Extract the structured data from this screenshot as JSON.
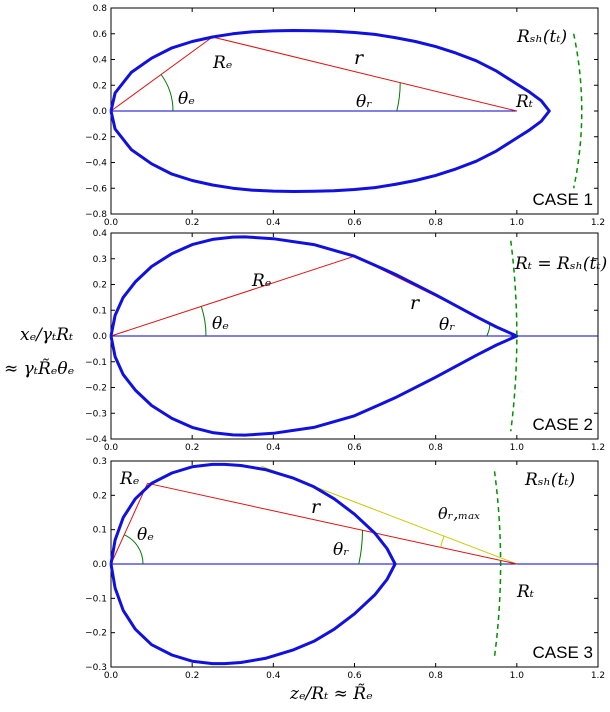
{
  "figure": {
    "ylabel_line1": "xₑ/γₜRₜ",
    "ylabel_line2": "≈ γₜR̃ₑθₑ",
    "xlabel": "zₑ/Rₜ ≈ R̃ₑ"
  },
  "colors": {
    "curve": "#1010e0",
    "axis_line": "#0000cc",
    "chord": "#e01010",
    "angle": "#007a00",
    "shock": "#009000",
    "tangent": "#c8c800"
  },
  "chart_data": [
    {
      "type": "line",
      "case_label": "CASE 1",
      "xlim": [
        0,
        1.2
      ],
      "ylim": [
        -0.8,
        0.8
      ],
      "xticks": [
        "0.0",
        "0.2",
        "0.4",
        "0.6",
        "0.8",
        "1.0",
        "1.2"
      ],
      "yticks": [
        "−0.8",
        "−0.6",
        "−0.4",
        "−0.2",
        "0.0",
        "0.2",
        "0.4",
        "0.6",
        "0.8"
      ],
      "ytick_values": [
        -0.8,
        -0.6,
        -0.4,
        -0.2,
        0.0,
        0.2,
        0.4,
        0.6,
        0.8
      ],
      "curve": {
        "x": [
          0.0,
          0.01,
          0.05,
          0.1,
          0.15,
          0.2,
          0.25,
          0.3,
          0.35,
          0.4,
          0.45,
          0.5,
          0.55,
          0.6,
          0.65,
          0.7,
          0.75,
          0.8,
          0.85,
          0.9,
          0.95,
          1.0,
          1.03,
          1.06,
          1.08
        ],
        "y": [
          0.0,
          0.14,
          0.3,
          0.41,
          0.49,
          0.54,
          0.575,
          0.6,
          0.615,
          0.622,
          0.625,
          0.624,
          0.62,
          0.61,
          0.595,
          0.57,
          0.54,
          0.5,
          0.45,
          0.39,
          0.31,
          0.21,
          0.15,
          0.08,
          0.0
        ]
      },
      "point_Re": [
        0.25,
        0.575
      ],
      "point_Rt": [
        1.0,
        0.0
      ],
      "shock": {
        "x": [
          1.14,
          1.16,
          1.14
        ],
        "y": [
          0.6,
          0.0,
          -0.6
        ]
      },
      "labels": {
        "Re": "Rₑ",
        "r": "r",
        "Rt": "Rₜ",
        "theta_e": "θₑ",
        "theta_r": "θᵣ",
        "shock": "Rₛₕ(tₜ)"
      }
    },
    {
      "type": "line",
      "case_label": "CASE 2",
      "xlim": [
        0,
        1.2
      ],
      "ylim": [
        -0.4,
        0.4
      ],
      "xticks": [
        "0.0",
        "0.2",
        "0.4",
        "0.6",
        "0.8",
        "1.0",
        "1.2"
      ],
      "yticks": [
        "−0.4",
        "−0.3",
        "−0.2",
        "−0.1",
        "0.0",
        "0.1",
        "0.2",
        "0.3",
        "0.4"
      ],
      "ytick_values": [
        -0.4,
        -0.3,
        -0.2,
        -0.1,
        0.0,
        0.1,
        0.2,
        0.3,
        0.4
      ],
      "curve": {
        "x": [
          0.0,
          0.01,
          0.03,
          0.06,
          0.1,
          0.15,
          0.2,
          0.25,
          0.3,
          0.33,
          0.4,
          0.5,
          0.6,
          0.7,
          0.8,
          0.9,
          0.95,
          1.0
        ],
        "y": [
          0.0,
          0.08,
          0.15,
          0.21,
          0.27,
          0.32,
          0.355,
          0.375,
          0.384,
          0.385,
          0.378,
          0.355,
          0.31,
          0.24,
          0.16,
          0.075,
          0.035,
          0.0
        ]
      },
      "point_Re": [
        0.6,
        0.31
      ],
      "point_Rt": [
        1.0,
        0.0
      ],
      "shock": {
        "x": [
          0.985,
          1.0,
          0.985
        ],
        "y": [
          0.37,
          0.0,
          -0.37
        ]
      },
      "labels": {
        "Re": "Rₑ",
        "r": "r",
        "theta_e": "θₑ",
        "theta_r": "θᵣ",
        "shock": "Rₜ = Rₛₕ(tₜ)"
      }
    },
    {
      "type": "line",
      "case_label": "CASE 3",
      "xlim": [
        0,
        1.2
      ],
      "ylim": [
        -0.3,
        0.3
      ],
      "xticks": [
        "0.0",
        "0.2",
        "0.4",
        "0.6",
        "0.8",
        "1.0",
        "1.2"
      ],
      "yticks": [
        "−0.3",
        "−0.2",
        "−0.1",
        "0.0",
        "0.1",
        "0.2",
        "0.3"
      ],
      "ytick_values": [
        -0.3,
        -0.2,
        -0.1,
        0.0,
        0.1,
        0.2,
        0.3
      ],
      "curve": {
        "x": [
          0.0,
          0.01,
          0.03,
          0.06,
          0.1,
          0.15,
          0.2,
          0.25,
          0.28,
          0.32,
          0.38,
          0.45,
          0.5,
          0.55,
          0.6,
          0.65,
          0.68,
          0.7
        ],
        "y": [
          0.0,
          0.07,
          0.135,
          0.19,
          0.235,
          0.265,
          0.283,
          0.29,
          0.29,
          0.287,
          0.275,
          0.25,
          0.225,
          0.19,
          0.145,
          0.09,
          0.045,
          0.0
        ]
      },
      "point_Re": [
        0.09,
        0.235
      ],
      "point_Rt": [
        1.0,
        0.0
      ],
      "tangent_point": [
        0.37,
        0.285
      ],
      "shock": {
        "x": [
          0.945,
          0.96,
          0.945
        ],
        "y": [
          0.27,
          0.0,
          -0.27
        ]
      },
      "labels": {
        "Re": "Rₑ",
        "r": "r",
        "Rt": "Rₜ",
        "theta_e": "θₑ",
        "theta_r": "θᵣ",
        "theta_rmax": "θᵣ,ₘₐₓ",
        "shock": "Rₛₕ(tₜ)"
      }
    }
  ]
}
